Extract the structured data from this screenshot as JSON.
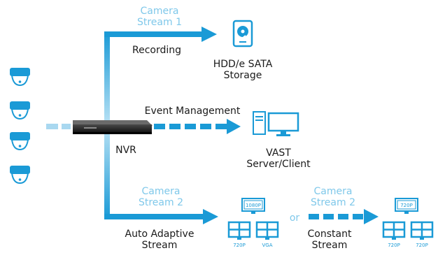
{
  "labels": {
    "camera_stream_1": "Camera\nStream 1",
    "recording": "Recording",
    "storage": "HDD/e SATA\nStorage",
    "event_management": "Event Management",
    "nvr": "NVR",
    "vast": "VAST\nServer/Client",
    "camera_stream_2_left": "Camera\nStream 2",
    "camera_stream_2_right": "Camera\nStream 2",
    "or": "or",
    "auto_adaptive": "Auto Adaptive\nStream",
    "constant": "Constant\nStream"
  },
  "badges": {
    "left_top": "1080P",
    "left_bottom_1": "720P",
    "left_bottom_2": "VGA",
    "right_top": "720P",
    "right_bottom_1": "720P",
    "right_bottom_2": "720P"
  },
  "colors": {
    "accent": "#1a9ad6",
    "accent_light": "#7fc8ea",
    "text": "#1a1a1a"
  },
  "icons": [
    "dome-camera-icon",
    "nvr-device-icon",
    "hdd-icon",
    "server-icon",
    "monitor-icon",
    "video-wall-icon"
  ]
}
